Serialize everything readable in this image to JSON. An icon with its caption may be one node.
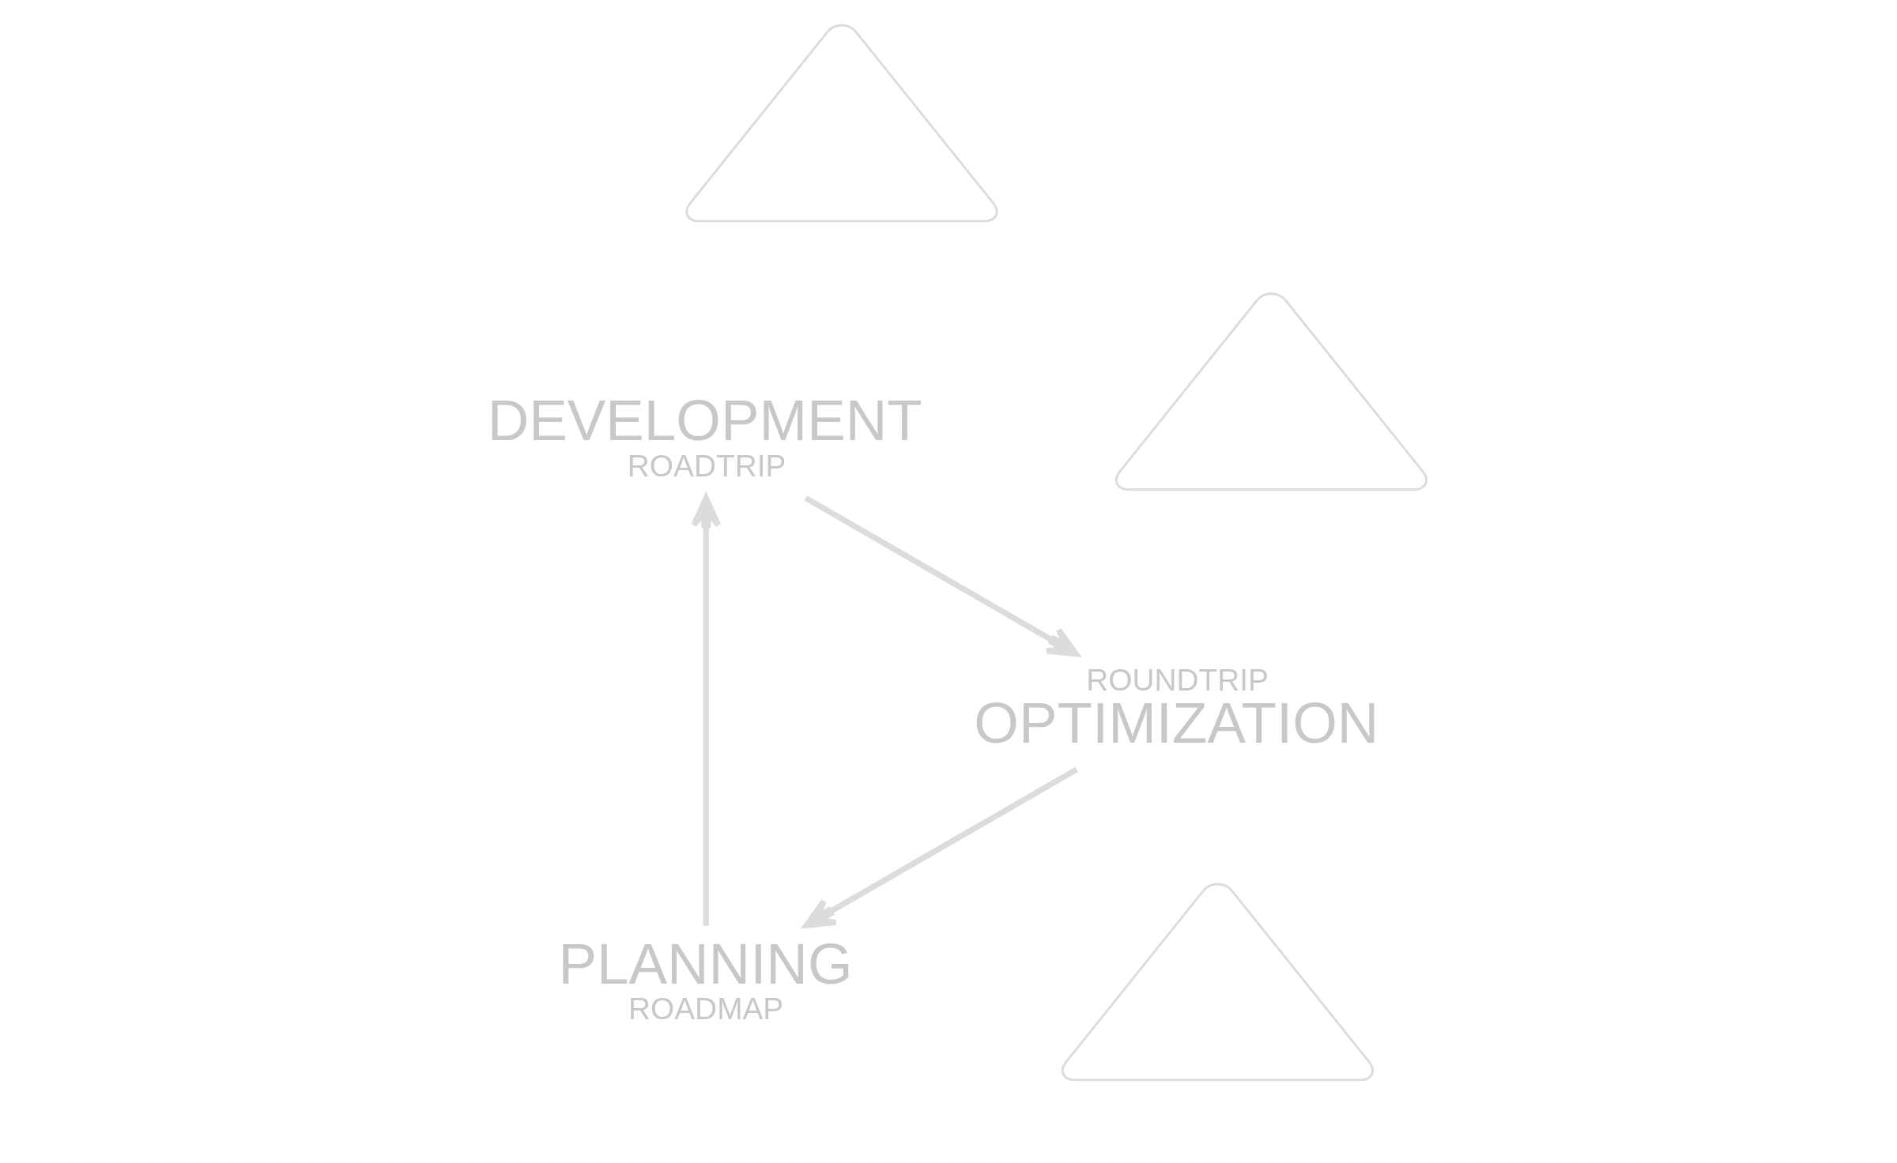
{
  "diagram": {
    "nodes": [
      {
        "text": [
          "PLANNING",
          "ROADMAP"
        ]
      },
      {
        "text": [
          "DEVELOPMENT",
          "ROADTRIP"
        ]
      },
      {
        "text": [
          "ROUNDTRIP",
          "OPTIMIZATION"
        ]
      },
      {
        "text": [],
        "shape": "triangle"
      },
      {
        "text": [],
        "shape": "triangle"
      },
      {
        "text": [],
        "shape": "triangle"
      }
    ],
    "edges": [
      {
        "from": 0,
        "to": 1,
        "arrow": "to"
      },
      {
        "from": 1,
        "to": 2,
        "arrow": "to"
      },
      {
        "from": 2,
        "to": 0,
        "arrow": "to"
      }
    ]
  }
}
